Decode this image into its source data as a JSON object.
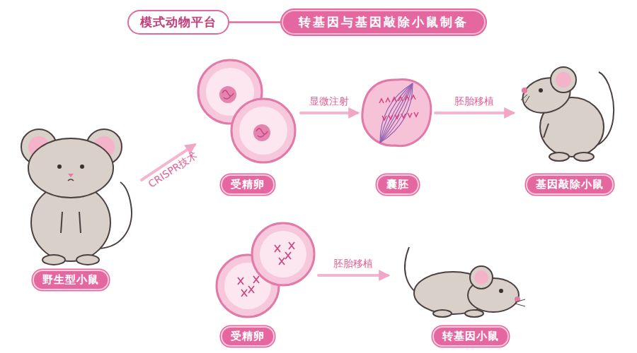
{
  "diagram": {
    "nodes": [
      {
        "text": [
          "模式动物平台"
        ]
      },
      {
        "text": [
          "转基因与基因敲除小鼠制备"
        ]
      },
      {
        "text": [
          "野生型小鼠"
        ]
      },
      {
        "text": [
          "受精卵"
        ]
      },
      {
        "text": [
          "囊胚"
        ]
      },
      {
        "text": [
          "基因敲除小鼠"
        ]
      },
      {
        "text": [
          "受精卵"
        ]
      },
      {
        "text": [
          "转基因小鼠"
        ]
      }
    ],
    "edges": [
      {
        "from": 0,
        "to": 1,
        "arrow": "none"
      },
      {
        "from": 2,
        "to": 3,
        "arrow": "to",
        "label": "CRISPR技术"
      },
      {
        "from": 3,
        "to": 4,
        "arrow": "to",
        "label": "显微注射"
      },
      {
        "from": 4,
        "to": 5,
        "arrow": "to",
        "label": "胚胎移植"
      },
      {
        "from": 6,
        "to": 7,
        "arrow": "to",
        "label": "胚胎移植"
      }
    ]
  }
}
